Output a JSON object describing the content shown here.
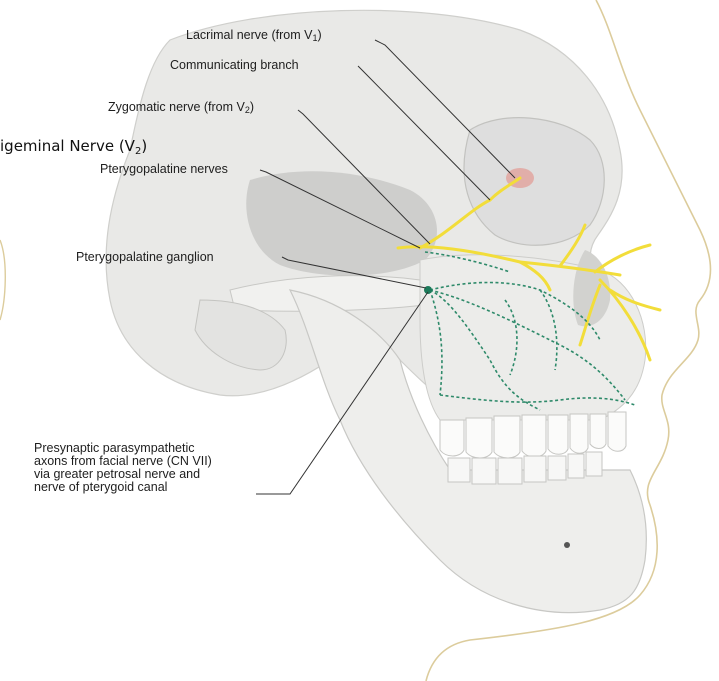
{
  "overlay_title": {
    "text": "igeminal Nerve (V",
    "sub": "2",
    "close": ")"
  },
  "labels": {
    "lacrimal": {
      "text": "Lacrimal nerve (from V",
      "sub": "1",
      "close": ")"
    },
    "communicating": {
      "text": "Communicating branch"
    },
    "zygomatic": {
      "text": "Zygomatic nerve (from V",
      "sub": "2",
      "close": ")"
    },
    "pterygopalatine_nerves": {
      "text": "Pterygopalatine nerves"
    },
    "pterygopalatine_ganglion": {
      "text": "Pterygopalatine ganglion"
    },
    "presynaptic": {
      "lines": [
        "Presynaptic parasympathetic",
        "axons from facial nerve (CN VII)",
        "via greater petrosal nerve and",
        "nerve of pterygoid canal"
      ]
    }
  },
  "colors": {
    "nerve_yellow": "#f2dd3a",
    "parasympathetic_green": "#2e8a6a",
    "bone": "#e9e9e7",
    "bone_shadow": "#c9c9c6",
    "skin_outline": "#d9c9a0",
    "lacrimal_gland": "#e2a6a0",
    "leader_line": "#333333"
  }
}
